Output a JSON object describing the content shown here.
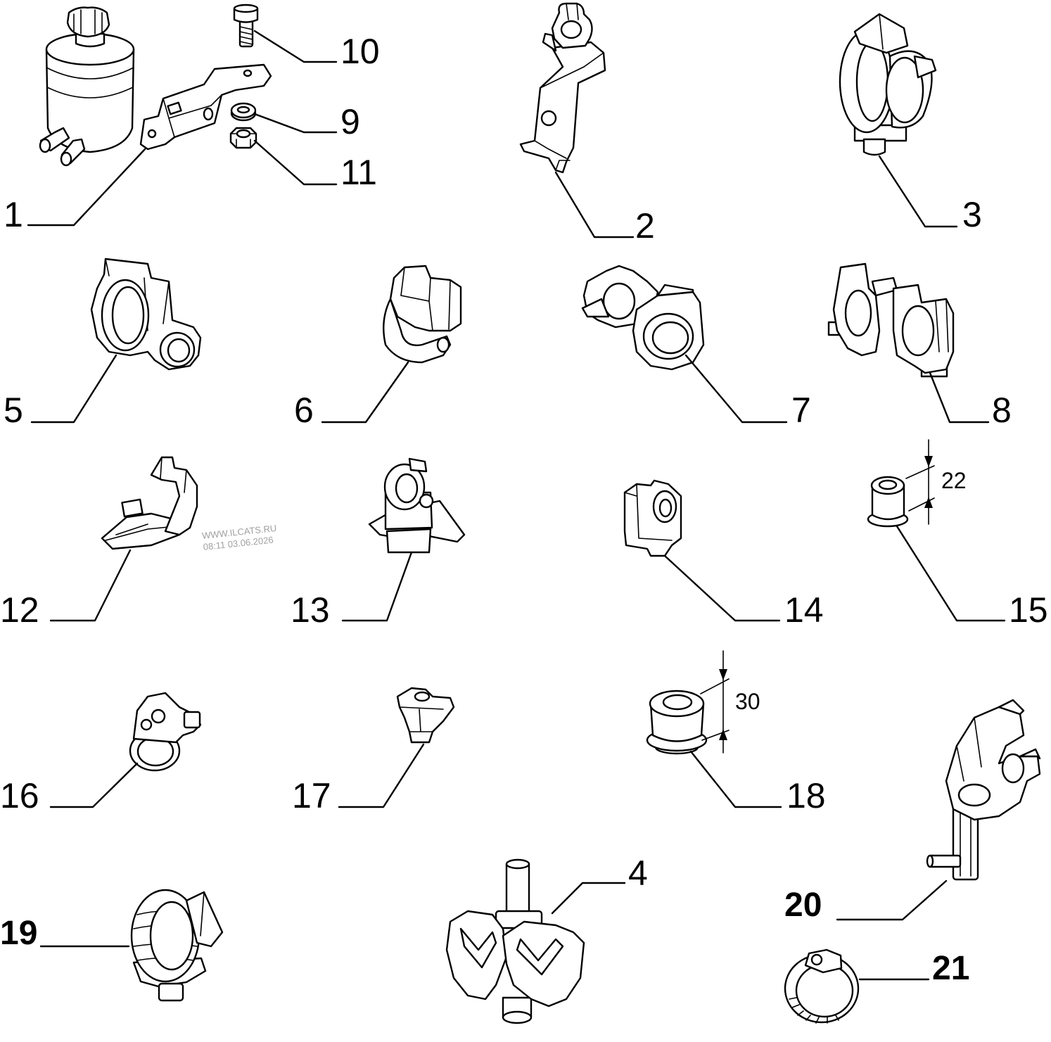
{
  "callouts": {
    "c1": "1",
    "c2": "2",
    "c3": "3",
    "c4": "4",
    "c5": "5",
    "c6": "6",
    "c7": "7",
    "c8": "8",
    "c9": "9",
    "c10": "10",
    "c11": "11",
    "c12": "12",
    "c13": "13",
    "c14": "14",
    "c15": "15",
    "c16": "16",
    "c17": "17",
    "c18": "18",
    "c19": "19",
    "c20": "20",
    "c21": "21"
  },
  "dimensions": {
    "part15_height": "22",
    "part18_height": "30"
  },
  "watermark": {
    "site": "WWW.ILCATS.RU",
    "timestamp": "08:11 03.06.2026"
  },
  "colors": {
    "line": "#000000",
    "background": "#ffffff",
    "watermark": "#a0a0a0"
  }
}
